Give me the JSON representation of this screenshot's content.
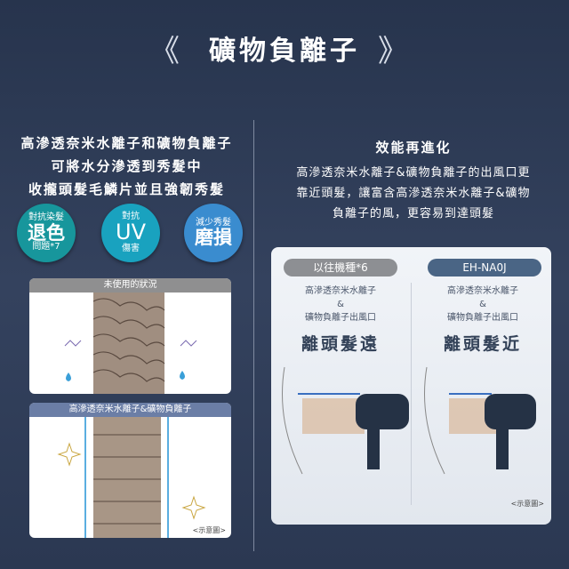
{
  "title": "礦物負離子",
  "title_decor": {
    "left": "《",
    "right": "》"
  },
  "left": {
    "lines": [
      "高滲透奈米水離子和礦物負離子",
      "可將水分滲透到秀髮中",
      "收攏頭髮毛鱗片並且強韌秀髮"
    ],
    "badges": [
      {
        "top": "對抗染髮",
        "main": "退色",
        "bottom": "問題*7",
        "color": "#17969c"
      },
      {
        "top": "對抗",
        "main": "UV",
        "bottom": "傷害",
        "color": "#19a2bf"
      },
      {
        "top": "減少秀髮",
        "main": "磨損",
        "bottom": "",
        "color": "#3a8ccf"
      }
    ],
    "panel_before": "未使用的狀況",
    "panel_after": "高滲透奈米水離子&礦物負離子",
    "note": "<示意圖>"
  },
  "right": {
    "heading": "效能再進化",
    "lines": [
      "高滲透奈米水離子&礦物負離子的出風口更",
      "靠近頭髮，讓富含高滲透奈米水離子&礦物",
      "負離子的風，更容易到達頭髮"
    ],
    "compare": [
      {
        "label": "以往機種*6",
        "desc": [
          "高滲透奈米水離子",
          "&",
          "礦物負離子出風口"
        ],
        "result": "離頭髮遠",
        "color": "#8d8f93"
      },
      {
        "label": "EH-NA0J",
        "desc": [
          "高滲透奈米水離子",
          "&",
          "礦物負離子出風口"
        ],
        "result": "離頭髮近",
        "color": "#4a6585"
      }
    ],
    "note": "<示意圖>"
  }
}
